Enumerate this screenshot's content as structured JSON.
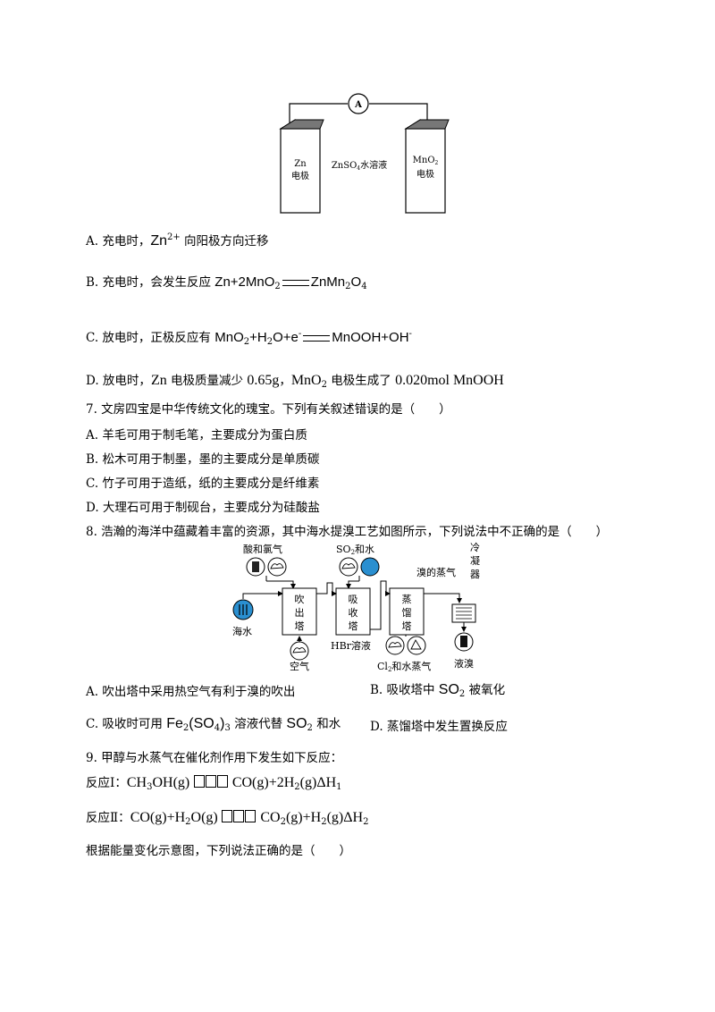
{
  "fig1": {
    "ammeter": "A",
    "left_electrode_line1": "Zn",
    "left_electrode_line2": "电极",
    "solution_main": "ZnSO",
    "solution_sub": "4",
    "solution_tail": "水溶液",
    "right_electrode_line1_main": "MnO",
    "right_electrode_line1_sub": "2",
    "right_electrode_line2": "电极"
  },
  "q6": {
    "a_label": "A. 充电时，",
    "a_ion": "Zn",
    "a_charge": "2+",
    "a_tail": " 向阳极方向迁移",
    "b_label": "B. 充电时，会发生反应 ",
    "b_left": "Zn+2MnO",
    "b_left_sub": "2",
    "b_right": "ZnMn",
    "b_right_sub1": "2",
    "b_right_o": "O",
    "b_right_sub2": "4",
    "c_label": "C. 放电时，正极反应有 ",
    "c_left1": "MnO",
    "c_left1_sub": "2",
    "c_left2": "+H",
    "c_left2_sub": "2",
    "c_left3": "O+e",
    "c_left3_sup": "-",
    "c_right": "MnOOH+OH",
    "c_right_sup": "-",
    "d_label": "D. 放电时，",
    "d_zn": "Zn",
    "d_mid": " 电极质量减少 ",
    "d_mass": "0.65g",
    "d_sep": "，",
    "d_mno2": "MnO",
    "d_mno2_sub": "2",
    "d_mid2": " 电极生成了 ",
    "d_amount": "0.020mol MnOOH"
  },
  "q7": {
    "stem": "7. 文房四宝是中华传统文化的瑰宝。下列有关叙述错误的是（　　）",
    "a": "A. 羊毛可用于制毛笔，主要成分为蛋白质",
    "b": "B. 松木可用于制墨，墨的主要成分是单质碳",
    "c": "C. 竹子可用于造纸，纸的主要成分是纤维素",
    "d": "D. 大理石可用于制砚台，主要成分为硅酸盐"
  },
  "q8": {
    "stem": "8. 浩瀚的海洋中蕴藏着丰富的资源，其中海水提溴工艺如图所示，下列说法中不正确的是（　　）",
    "fig": {
      "acid_chlorine": "酸和氯气",
      "so2_water_main": "SO",
      "so2_water_sub": "2",
      "so2_water_tail": "和水",
      "bromine_vapor": "溴的蒸气",
      "condenser": [
        "冷",
        "凝",
        "器"
      ],
      "seawater": "海水",
      "blowout_tower": [
        "吹",
        "出",
        "塔"
      ],
      "absorb_tower": [
        "吸",
        "收",
        "塔"
      ],
      "distill_tower": [
        "蒸",
        "馏",
        "塔"
      ],
      "air": "空气",
      "hbr_solution": "HBr溶液",
      "cl2_steam_main": "Cl",
      "cl2_steam_sub": "2",
      "cl2_steam_tail": "和水蒸气",
      "liquid_bromine": "液溴"
    },
    "a": "A. 吹出塔中采用热空气有利于溴的吹出",
    "b_label": "B. 吸收塔中 ",
    "b_chem": "SO",
    "b_chem_sub": "2",
    "b_tail": " 被氧化",
    "c_label": "C. 吸收时可用 ",
    "c_fe": "Fe",
    "c_fe_sub": "2",
    "c_so4": "(SO",
    "c_so4_sub": "4",
    "c_close": ")",
    "c_close_sub": "3",
    "c_mid": " 溶液代替 ",
    "c_so2": "SO",
    "c_so2_sub": "2",
    "c_tail": " 和水",
    "d": "D. 蒸馏塔中发生置换反应"
  },
  "q9": {
    "stem": "9. 甲醇与水蒸气在催化剂作用下发生如下反应：",
    "r1_label": "反应Ⅰ：",
    "r1_left": "CH",
    "r1_left_sub": "3",
    "r1_left2": "OH(g)",
    "r1_right1": "CO(g)+2H",
    "r1_right1_sub": "2",
    "r1_right2": "(g)ΔH",
    "r1_right2_sub": "1",
    "r2_label": "反应Ⅱ：",
    "r2_left": "CO(g)+H",
    "r2_left_sub": "2",
    "r2_left2": "O(g)",
    "r2_right1": "CO",
    "r2_right1_sub": "2",
    "r2_right2": "(g)+H",
    "r2_right2_sub": "2",
    "r2_right3": "(g)ΔH",
    "r2_right3_sub": "2",
    "followup": "根据能量变化示意图，下列说法正确的是（　　）"
  }
}
